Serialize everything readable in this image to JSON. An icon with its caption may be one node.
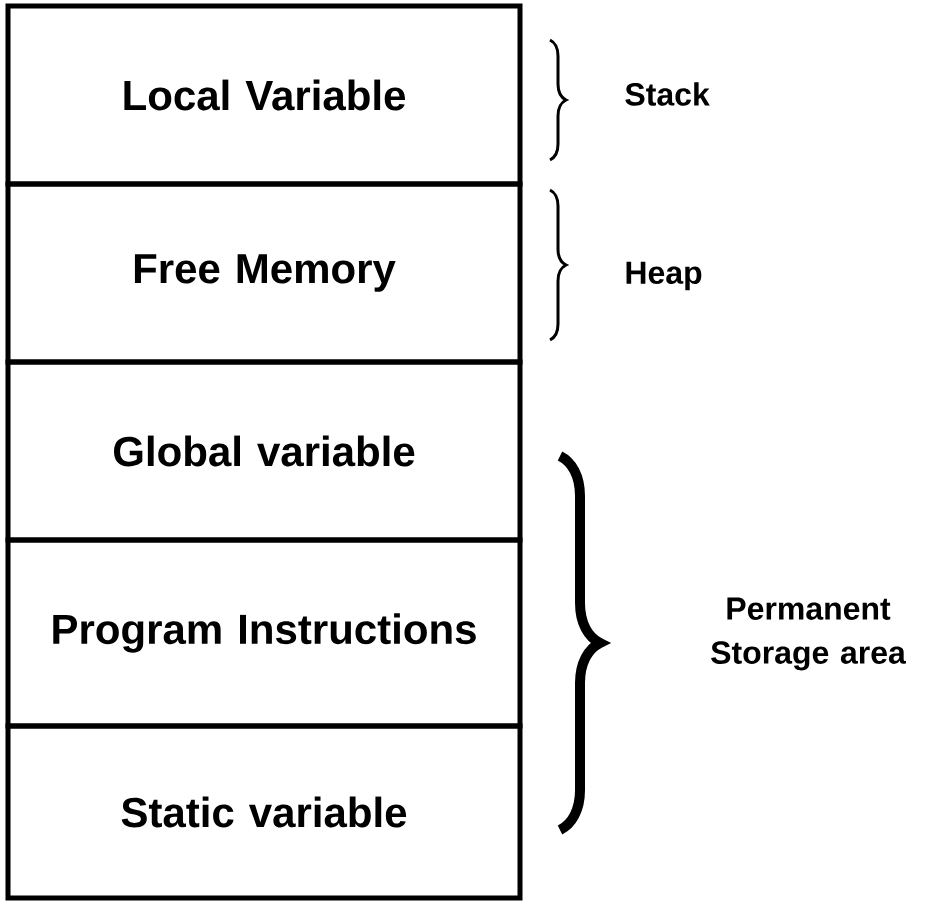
{
  "diagram": {
    "nodes": [
      {
        "text": [
          "Local Variable"
        ]
      },
      {
        "text": [
          "Free Memory"
        ]
      },
      {
        "text": [
          "Global variable"
        ]
      },
      {
        "text": [
          "Program Instructions"
        ]
      },
      {
        "text": [
          "Static variable"
        ]
      }
    ],
    "labels": [
      "Stack",
      "Heap",
      "Permanent Storage area"
    ]
  }
}
